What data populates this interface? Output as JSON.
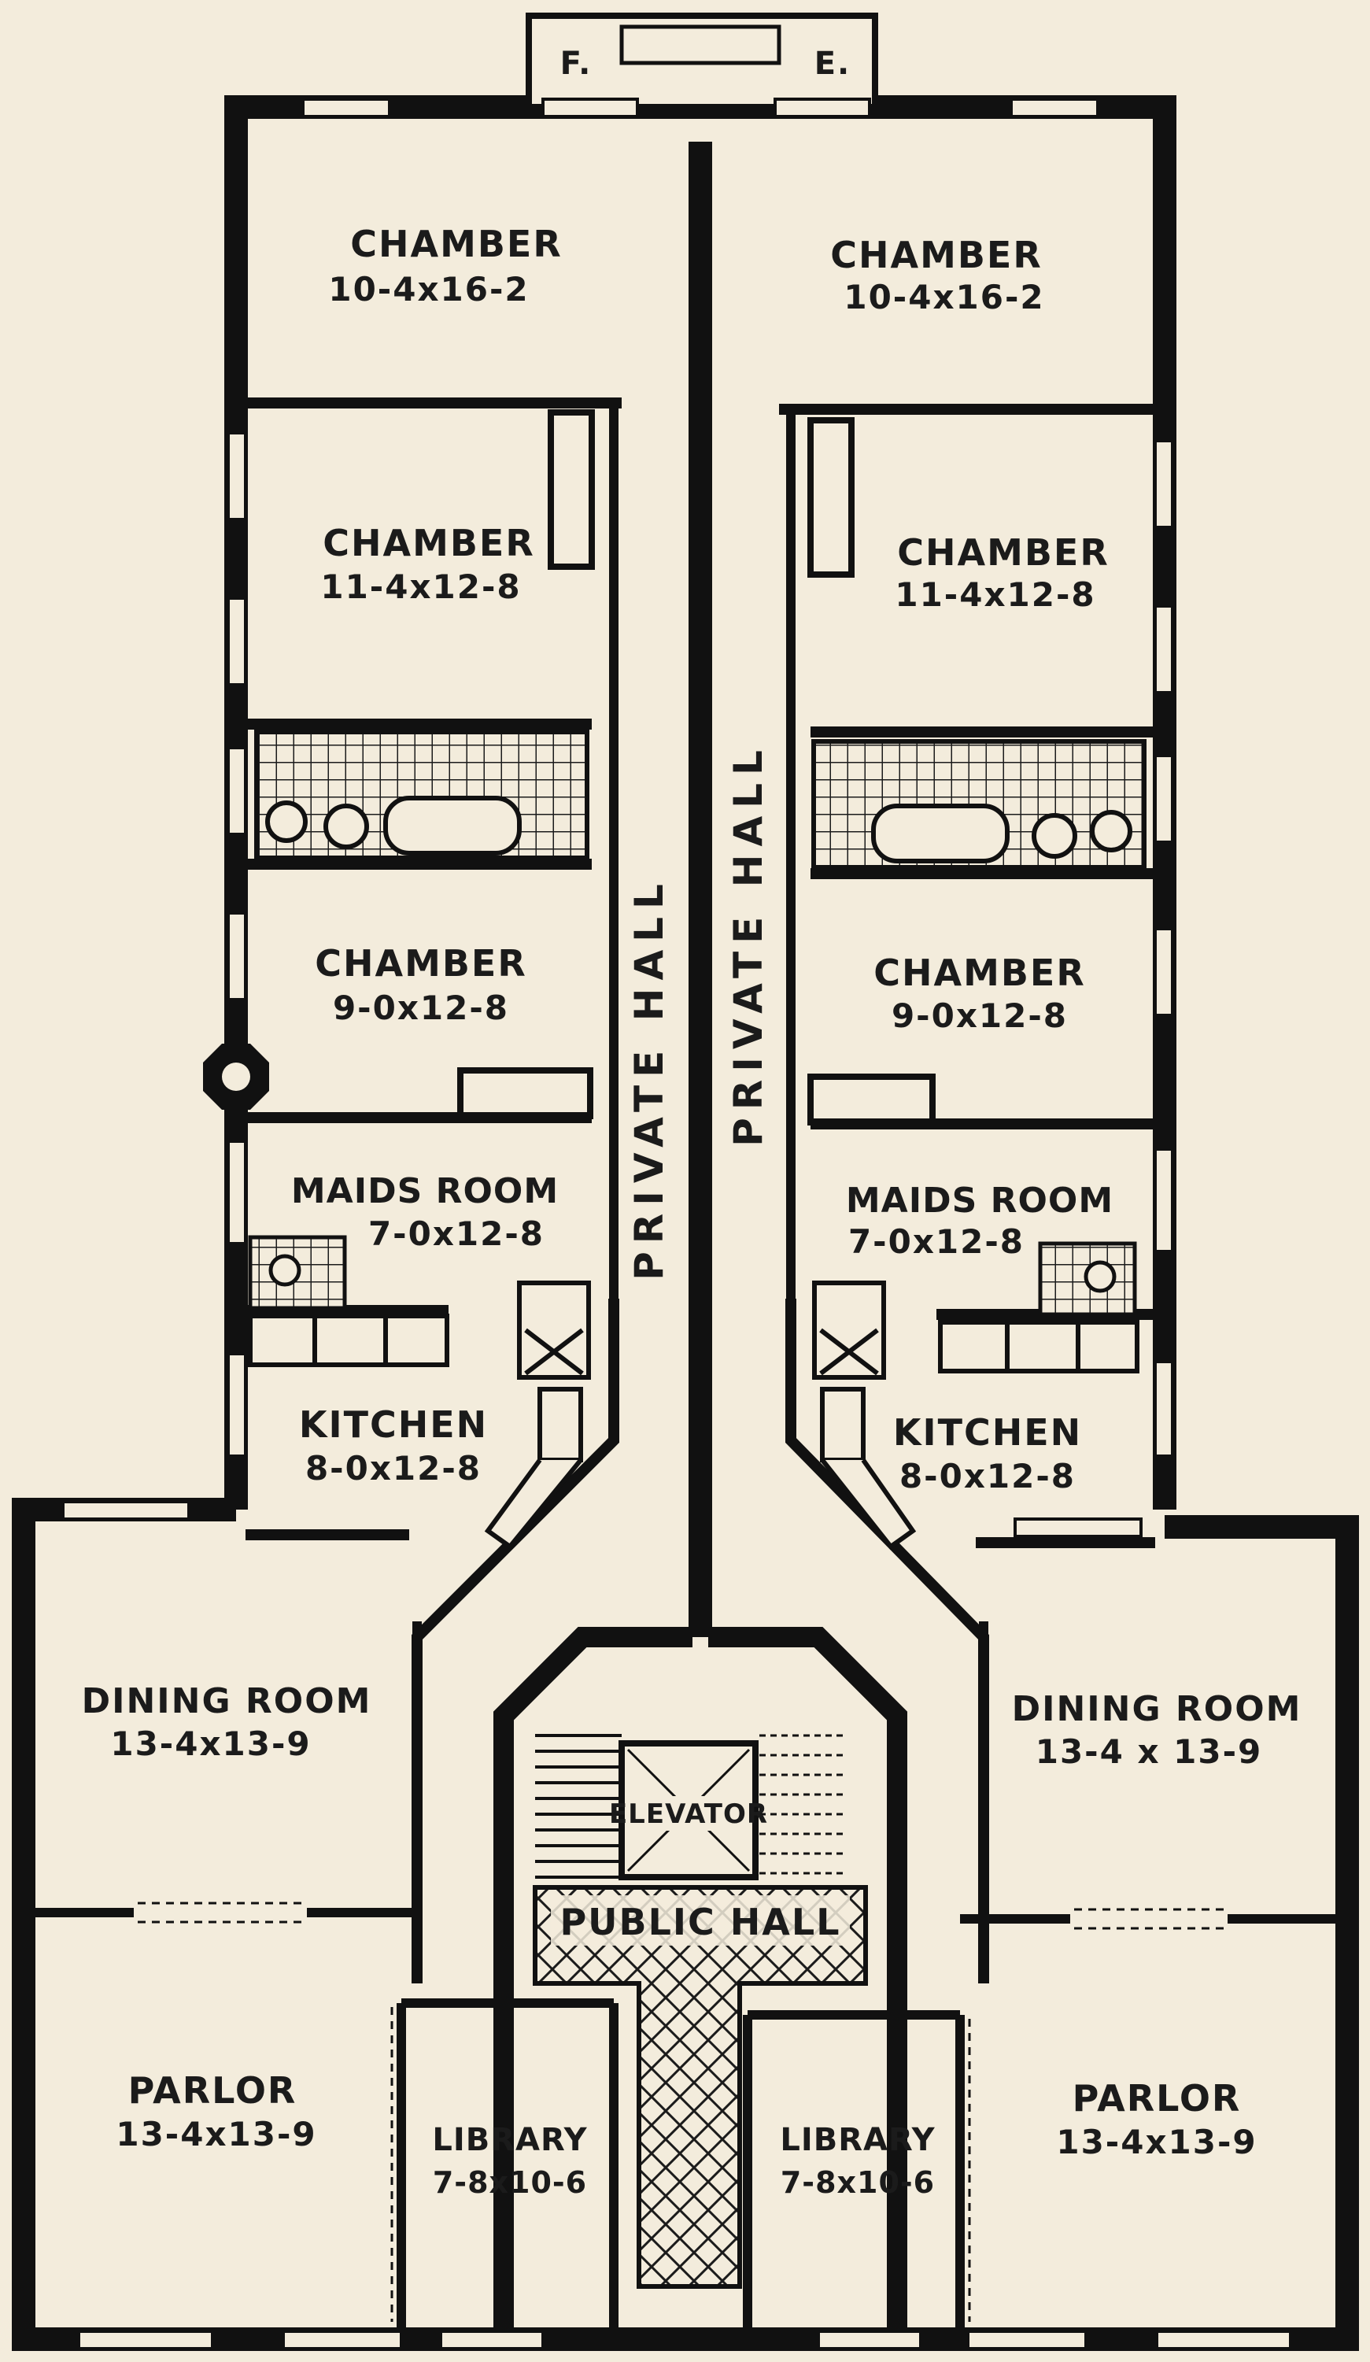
{
  "fireplace": {
    "left_label": "F.",
    "right_label": "E."
  },
  "rooms": {
    "chamber_1_left": {
      "name": "CHAMBER",
      "dims": "10-4x16-2"
    },
    "chamber_1_right": {
      "name": "CHAMBER",
      "dims": "10-4x16-2"
    },
    "chamber_2_left": {
      "name": "CHAMBER",
      "dims": "11-4x12-8"
    },
    "chamber_2_right": {
      "name": "CHAMBER",
      "dims": "11-4x12-8"
    },
    "chamber_3_left": {
      "name": "CHAMBER",
      "dims": "9-0x12-8"
    },
    "chamber_3_right": {
      "name": "CHAMBER",
      "dims": "9-0x12-8"
    },
    "maids_left": {
      "name": "MAIDS ROOM",
      "dims": "7-0x12-8"
    },
    "maids_right": {
      "name": "MAIDS ROOM",
      "dims": "7-0x12-8"
    },
    "kitchen_left": {
      "name": "KITCHEN",
      "dims": "8-0x12-8"
    },
    "kitchen_right": {
      "name": "KITCHEN",
      "dims": "8-0x12-8"
    },
    "dining_left": {
      "name": "DINING ROOM",
      "dims": "13-4x13-9"
    },
    "dining_right": {
      "name": "DINING ROOM",
      "dims": "13-4 x 13-9"
    },
    "parlor_left": {
      "name": "PARLOR",
      "dims": "13-4x13-9"
    },
    "parlor_right": {
      "name": "PARLOR",
      "dims": "13-4x13-9"
    },
    "library_left": {
      "name": "LIBRARY",
      "dims": "7-8x10-6"
    },
    "library_right": {
      "name": "LIBRARY",
      "dims": "7-8x10-6"
    }
  },
  "halls": {
    "private_left": "PRIVATE HALL",
    "private_right": "PRIVATE HALL",
    "public": "PUBLIC HALL",
    "elevator": "ELEVATOR"
  }
}
